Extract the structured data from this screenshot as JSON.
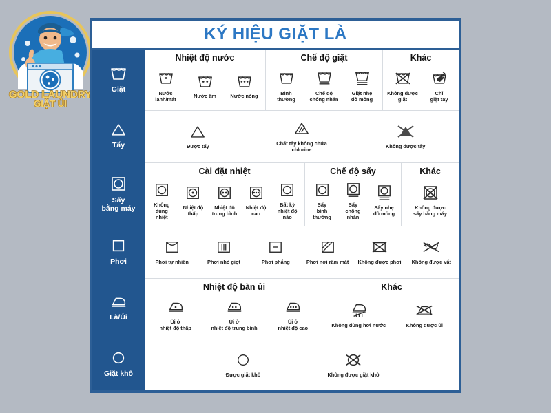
{
  "brand": {
    "name_line1": "GOLD LAUNDRY",
    "name_line2": "GIẶT ỦI",
    "logo_icon": "laundry-mascot-logo"
  },
  "colors": {
    "background": "#b4bac3",
    "panel_border": "#2d5f96",
    "sidebar": "#22568f",
    "title": "#2d78c4",
    "symbol": "#2b2b2b"
  },
  "header": {
    "title": "KÝ HIỆU GIẶT LÀ"
  },
  "rows": [
    {
      "id": "wash",
      "category": "Giặt",
      "icon": "wash-basin-icon",
      "groups": [
        {
          "heading": "Nhiệt độ nước",
          "items": [
            {
              "label": "Nước\nlạnh/mát",
              "icon": "basin-one-dot-icon"
            },
            {
              "label": "Nước ấm",
              "icon": "basin-two-dots-icon"
            },
            {
              "label": "Nước nóng",
              "icon": "basin-three-dots-icon"
            }
          ]
        },
        {
          "heading": "Chế độ giặt",
          "items": [
            {
              "label": "Bình\nthường",
              "icon": "basin-plain-icon"
            },
            {
              "label": "Chế độ\nchống nhăn",
              "icon": "basin-one-bar-icon"
            },
            {
              "label": "Giặt nhẹ\nđồ mỏng",
              "icon": "basin-two-bars-icon"
            }
          ]
        },
        {
          "heading": "Khác",
          "items": [
            {
              "label": "Không được\ngiặt",
              "icon": "basin-crossed-icon"
            },
            {
              "label": "Chỉ\ngiặt tay",
              "icon": "basin-hand-icon"
            }
          ]
        }
      ]
    },
    {
      "id": "bleach",
      "category": "Tẩy",
      "icon": "triangle-icon",
      "groups": [
        {
          "heading": "",
          "items": [
            {
              "label": "Được tẩy",
              "icon": "triangle-plain-icon"
            },
            {
              "label": "Chất tẩy không chứa\nchlorine",
              "icon": "triangle-stripes-icon"
            },
            {
              "label": "Không được tẩy",
              "icon": "triangle-filled-crossed-icon"
            }
          ]
        }
      ]
    },
    {
      "id": "tumble-dry",
      "category": "Sấy\nbằng máy",
      "icon": "dryer-icon",
      "groups": [
        {
          "heading": "Cài đặt nhiệt",
          "items": [
            {
              "label": "Không dùng\nnhiệt",
              "icon": "dryer-no-heat-icon"
            },
            {
              "label": "Nhiệt độ\nthấp",
              "icon": "dryer-one-dot-icon"
            },
            {
              "label": "Nhiệt độ\ntrung bình",
              "icon": "dryer-two-dots-icon"
            },
            {
              "label": "Nhiệt độ\ncao",
              "icon": "dryer-three-dots-icon"
            },
            {
              "label": "Bất kỳ\nnhiệt độ nào",
              "icon": "dryer-any-heat-icon"
            }
          ]
        },
        {
          "heading": "Chế độ sấy",
          "items": [
            {
              "label": "Sấy\nbình thường",
              "icon": "dryer-plain-icon"
            },
            {
              "label": "Sấy\nchống nhăn",
              "icon": "dryer-one-bar-icon"
            },
            {
              "label": "Sấy nhẹ\nđồ mỏng",
              "icon": "dryer-two-bars-icon"
            }
          ]
        },
        {
          "heading": "Khác",
          "items": [
            {
              "label": "Không được\nsấy bằng máy",
              "icon": "dryer-crossed-icon"
            }
          ]
        }
      ]
    },
    {
      "id": "dry",
      "category": "Phơi",
      "icon": "square-icon",
      "groups": [
        {
          "heading": "",
          "items": [
            {
              "label": "Phơi tự nhiên",
              "icon": "line-dry-icon"
            },
            {
              "label": "Phơi nhỏ giọt",
              "icon": "drip-dry-icon"
            },
            {
              "label": "Phơi phẳng",
              "icon": "flat-dry-icon"
            },
            {
              "label": "Phơi nơi râm mát",
              "icon": "shade-dry-icon"
            },
            {
              "label": "Không được phơi",
              "icon": "do-not-dry-icon"
            },
            {
              "label": "Không được vắt",
              "icon": "do-not-wring-icon"
            }
          ]
        }
      ]
    },
    {
      "id": "iron",
      "category": "Là/Ủi",
      "icon": "iron-icon",
      "groups": [
        {
          "heading": "Nhiệt độ bàn ủi",
          "items": [
            {
              "label": "Ủi ở\nnhiệt độ thấp",
              "icon": "iron-one-dot-icon"
            },
            {
              "label": "Ủi ở\nnhiệt độ trung bình",
              "icon": "iron-two-dots-icon"
            },
            {
              "label": "Ủi ở\nnhiệt độ cao",
              "icon": "iron-three-dots-icon"
            }
          ]
        },
        {
          "heading": "Khác",
          "items": [
            {
              "label": "Không dùng hơi nước",
              "icon": "iron-no-steam-icon"
            },
            {
              "label": "Không được ủi",
              "icon": "iron-crossed-icon"
            }
          ]
        }
      ]
    },
    {
      "id": "dry-clean",
      "category": "Giặt khô",
      "icon": "circle-icon",
      "groups": [
        {
          "heading": "",
          "items": [
            {
              "label": "Được giặt khô",
              "icon": "circle-plain-icon"
            },
            {
              "label": "Không được giặt khô",
              "icon": "circle-crossed-icon"
            }
          ]
        }
      ]
    }
  ]
}
